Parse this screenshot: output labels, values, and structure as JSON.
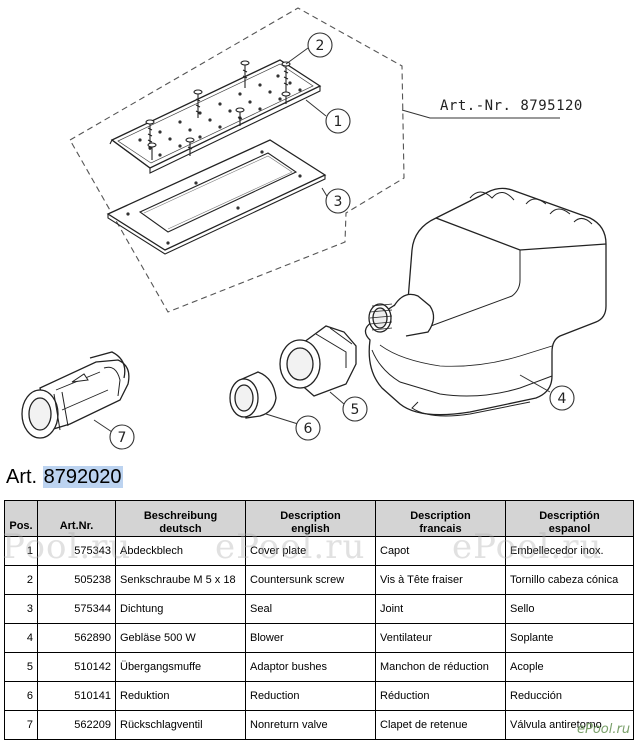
{
  "drawing": {
    "art_ref": "Art.-Nr. 8795120",
    "callouts": [
      "1",
      "2",
      "3",
      "4",
      "5",
      "6",
      "7"
    ]
  },
  "heading": {
    "prefix": "Art. ",
    "number": "8792020"
  },
  "table": {
    "headers": {
      "pos": "Pos.",
      "artnr": "Art.Nr.",
      "de_1": "Beschreibung",
      "de_2": "deutsch",
      "en_1": "Description",
      "en_2": "english",
      "fr_1": "Description",
      "fr_2": "francais",
      "es_1": "Descriptión",
      "es_2": "espanol"
    },
    "rows": [
      {
        "pos": "1",
        "artnr": "575343",
        "de": "Abdeckblech",
        "en": "Cover plate",
        "fr": "Capot",
        "es": "Embellecedor inox."
      },
      {
        "pos": "2",
        "artnr": "505238",
        "de": "Senkschraube M 5 x 18",
        "en": "Countersunk screw",
        "fr": "Vis à Tête fraiser",
        "es": "Tornillo cabeza cónica"
      },
      {
        "pos": "3",
        "artnr": "575344",
        "de": "Dichtung",
        "en": "Seal",
        "fr": "Joint",
        "es": "Sello"
      },
      {
        "pos": "4",
        "artnr": "562890",
        "de": "Gebläse 500 W",
        "en": "Blower",
        "fr": "Ventilateur",
        "es": "Soplante"
      },
      {
        "pos": "5",
        "artnr": "510142",
        "de": "Übergangsmuffe",
        "en": "Adaptor bushes",
        "fr": "Manchon de réduction",
        "es": "Acople"
      },
      {
        "pos": "6",
        "artnr": "510141",
        "de": "Reduktion",
        "en": "Reduction",
        "fr": "Réduction",
        "es": "Reducción"
      },
      {
        "pos": "7",
        "artnr": "562209",
        "de": "Rückschlagventil",
        "en": "Nonreturn valve",
        "fr": "Clapet de retenue",
        "es": "Válvula antiretorno"
      }
    ]
  },
  "watermark": {
    "w1": "Pool.ru",
    "w2": "ePool.ru",
    "w3": "ePool.ru"
  },
  "logo": "ePool.ru"
}
